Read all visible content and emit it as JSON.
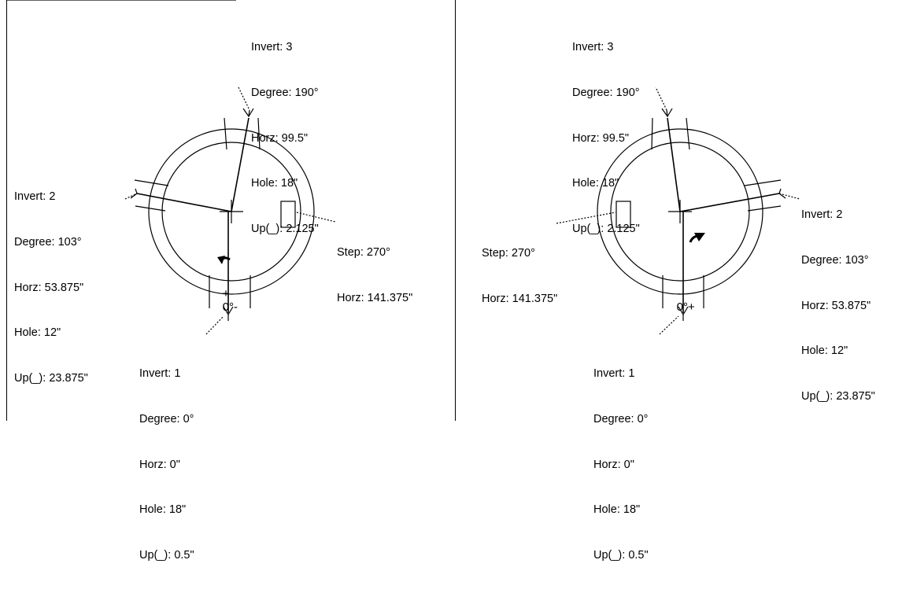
{
  "panels": [
    {
      "id": "left",
      "inlets": [
        {
          "invert_label": "Invert: 3",
          "degree_label": "Degree: 190°",
          "horz_label": "Horz: 99.5\"",
          "hole_label": "Hole: 18\"",
          "up_label": "Up(_): 2.125\""
        },
        {
          "invert_label": "Invert: 2",
          "degree_label": "Degree: 103°",
          "horz_label": "Horz: 53.875\"",
          "hole_label": "Hole: 12\"",
          "up_label": "Up(_): 23.875\""
        },
        {
          "invert_label": "Invert: 1",
          "degree_label": "Degree: 0°",
          "horz_label": "Horz: 0\"",
          "hole_label": "Hole: 18\"",
          "up_label": "Up(_): 0.5\""
        }
      ],
      "step": {
        "step_label": "Step: 270°",
        "horz_label": "Horz: 141.375\""
      },
      "zero_mark": {
        "left": "+",
        "center": "0°",
        "right": "-"
      }
    },
    {
      "id": "right",
      "inlets": [
        {
          "invert_label": "Invert: 3",
          "degree_label": "Degree: 190°",
          "horz_label": "Horz: 99.5\"",
          "hole_label": "Hole: 18\"",
          "up_label": "Up(_): 2.125\""
        },
        {
          "invert_label": "Invert: 2",
          "degree_label": "Degree: 103°",
          "horz_label": "Horz: 53.875\"",
          "hole_label": "Hole: 12\"",
          "up_label": "Up(_): 23.875\""
        },
        {
          "invert_label": "Invert: 1",
          "degree_label": "Degree: 0°",
          "horz_label": "Horz: 0\"",
          "hole_label": "Hole: 18\"",
          "up_label": "Up(_): 0.5\""
        }
      ],
      "step": {
        "step_label": "Step: 270°",
        "horz_label": "Horz: 141.375\""
      },
      "zero_mark": {
        "left": "-",
        "center": "0°",
        "right": "+"
      }
    }
  ]
}
